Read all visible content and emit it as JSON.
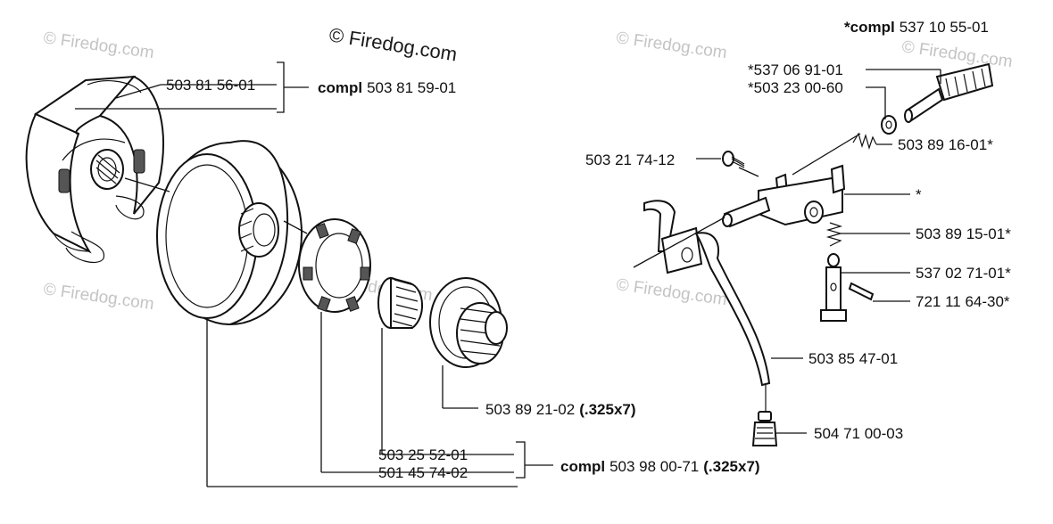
{
  "watermark": {
    "main": "© Firedog.com",
    "ghost": "© Firedog.com"
  },
  "labels": {
    "shoe_part": "503 81 56-01",
    "shoe_compl_prefix": "compl",
    "shoe_compl_number": "503 81 59-01",
    "screw": "503 21 74-12",
    "lever_star": "*",
    "washer_number": "503 89 21-02",
    "washer_suffix": "(.325x7)",
    "bearing": "503 25 52-01",
    "rim": "501 45 74-02",
    "drum_compl_prefix": "compl",
    "drum_compl_number": "503 98 00-71",
    "drum_compl_suffix": "(.325x7)",
    "top_compl_prefix": "*compl",
    "top_compl_number": "537 10 55-01",
    "shaft": "*537 06 91-01",
    "shaft_washer": "*503 23 00-60",
    "top_spring": "503 89 16-01*",
    "lower_spring": "503 89 15-01*",
    "pin": "537 02 71-01*",
    "roll_pin": "721 11 64-30*",
    "rod": "503 85 47-01",
    "knob": "504 71 00-03"
  },
  "colors": {
    "ink": "#111111",
    "watermark": "#c4c4c4",
    "background": "#ffffff"
  }
}
